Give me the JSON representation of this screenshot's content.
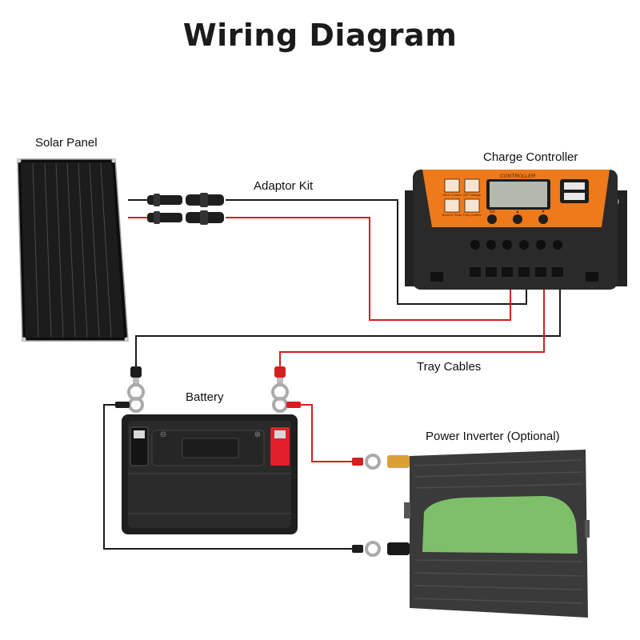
{
  "title": "Wiring Diagram",
  "labels": {
    "solar_panel": "Solar Panel",
    "adaptor_kit": "Adaptor Kit",
    "charge_controller": "Charge Controller",
    "tray_cables": "Tray Cables",
    "battery": "Battery",
    "power_inverter": "Power Inverter (Optional)"
  },
  "controller": {
    "brand_text": "CONTROLLER",
    "buttons": [
      "MCU Control",
      "SET Voltage",
      "Bond in Timer",
      "FULL protect"
    ],
    "keys": [
      "Sel",
      "▲",
      "▼"
    ]
  },
  "colors": {
    "positive_wire": "#d42020",
    "negative_wire": "#1a1a1a",
    "controller_orange": "#ee7a1c",
    "battery_terminal_positive": "#e2202b",
    "inverter_screen": "#7ebf6a"
  }
}
